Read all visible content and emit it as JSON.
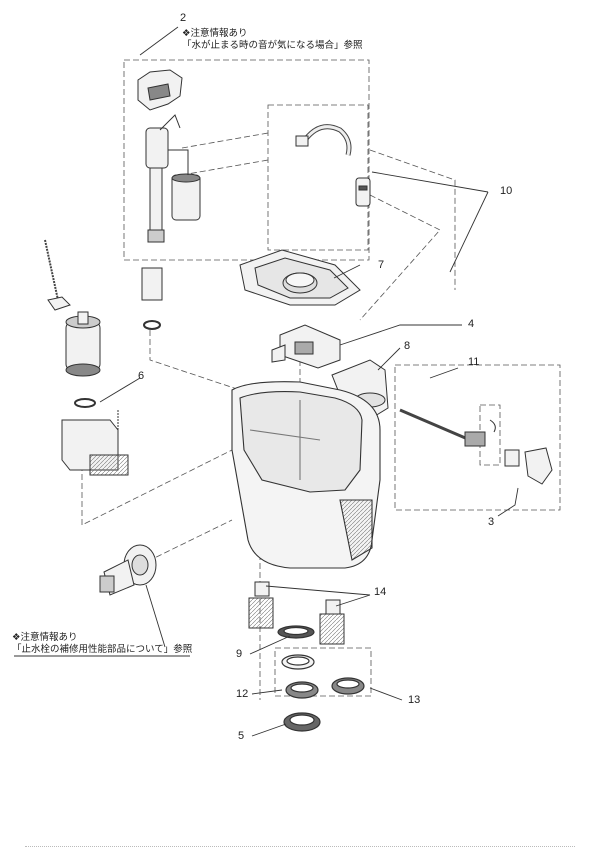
{
  "notes": {
    "top": {
      "prefix": "❖注意情報あり",
      "body": "「水が止まる時の音が気になる場合」参照"
    },
    "bottom": {
      "prefix": "❖注意情報あり",
      "body": "「止水栓の補修用性能部品について」参照"
    }
  },
  "callouts": [
    "2",
    "10",
    "7",
    "4",
    "8",
    "6",
    "11",
    "3",
    "14",
    "9",
    "12",
    "13",
    "5"
  ],
  "colors": {
    "line": "#333333",
    "part_fill": "#f2f2f2",
    "shade": "#888888",
    "dark": "#444444"
  }
}
